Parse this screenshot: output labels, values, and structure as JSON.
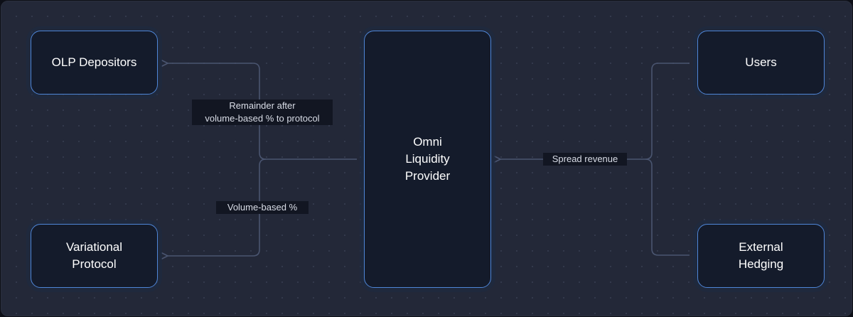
{
  "diagram": {
    "nodes": {
      "olp_depositors": {
        "label": "OLP Depositors"
      },
      "variational_protocol": {
        "line1": "Variational",
        "line2": "Protocol"
      },
      "omni": {
        "line1": "Omni",
        "line2": "Liquidity",
        "line3": "Provider"
      },
      "users": {
        "label": "Users"
      },
      "external_hedging": {
        "line1": "External",
        "line2": "Hedging"
      }
    },
    "edges": {
      "remainder_label": {
        "line1": "Remainder after",
        "line2": "volume-based % to protocol"
      },
      "volume_label": "Volume-based %",
      "spread_label": "Spread revenue"
    },
    "colors": {
      "background": "#121622",
      "node_border": "#4f86d8",
      "edge": "#4a5570",
      "text": "#ffffff"
    }
  }
}
